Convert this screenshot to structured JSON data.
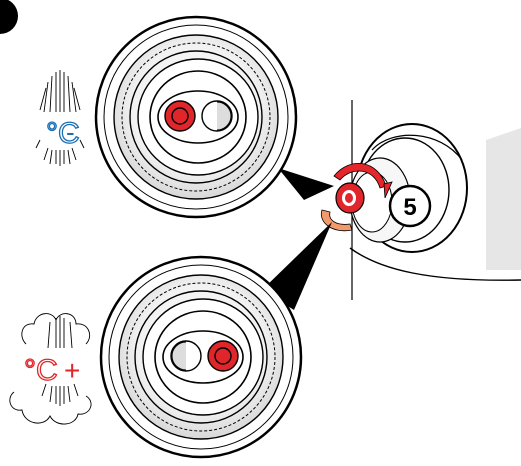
{
  "figure": {
    "step_number": "5",
    "cold_indicator": {
      "unit": "°C",
      "sign": "-",
      "color": "#1a6fb5"
    },
    "hot_indicator": {
      "unit": "°C",
      "sign": "+",
      "color": "#e0262b"
    },
    "colors": {
      "knob_red": "#e0262b",
      "arrow_red": "#e5262a",
      "arrow_orange": "#f39a6c",
      "line": "#000000",
      "unit_gray": "#e6e6e6"
    },
    "icons": [
      "water-spray-icon",
      "steam-cloud-icon",
      "rotation-arrow-icon"
    ]
  }
}
